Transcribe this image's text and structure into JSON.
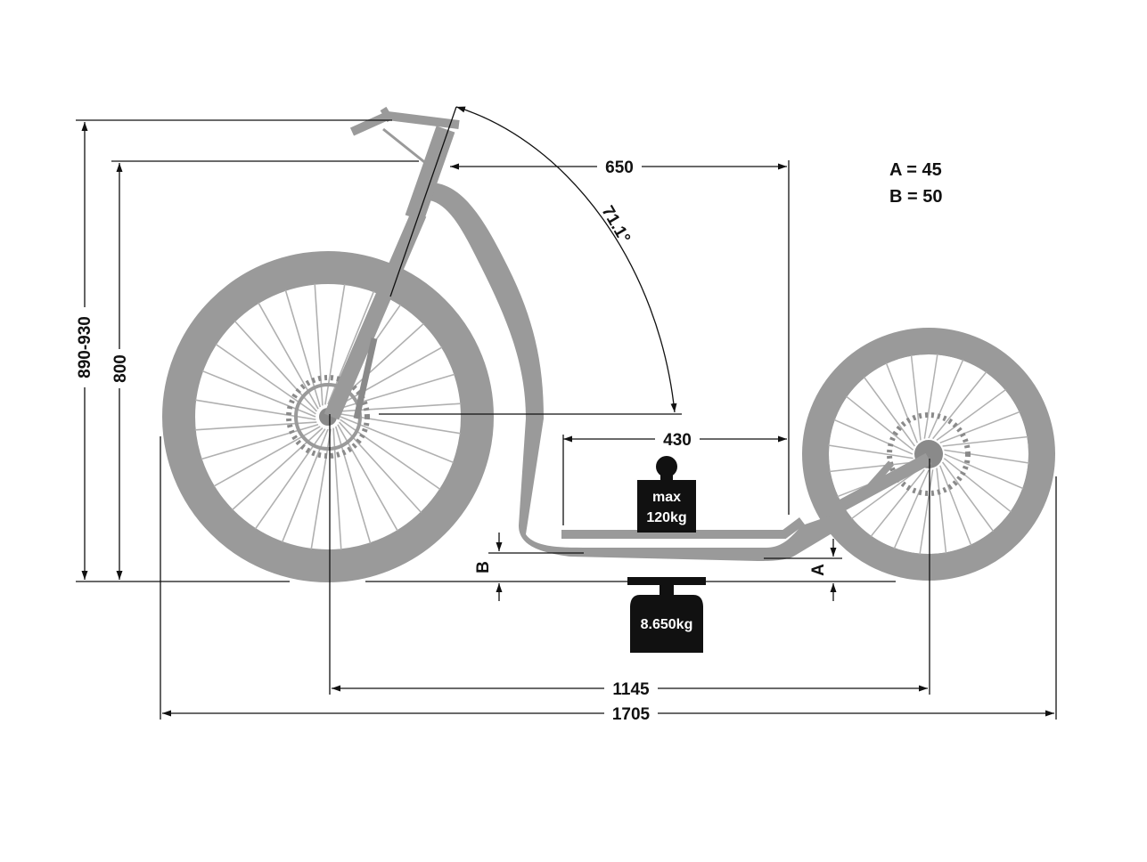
{
  "colors": {
    "frame": "#9a9a9a",
    "lines": "#111111",
    "weights": "#111111",
    "background": "#ffffff"
  },
  "dimensions": {
    "handlebar_height": "890-930",
    "stem_height": "800",
    "reach": "650",
    "head_angle": "71.1°",
    "deck_length": "430",
    "wheelbase": "1145",
    "total_length": "1705",
    "deck_height_label": "B",
    "ground_clearance_label": "A"
  },
  "legend": {
    "line_a": "A = 45",
    "line_b": "B = 50"
  },
  "weights": {
    "max_load_line1": "max",
    "max_load_line2": "120kg",
    "scooter_weight": "8.650kg"
  },
  "icons": {
    "max_load": "weight-icon",
    "scooter_weight": "scale-icon"
  }
}
